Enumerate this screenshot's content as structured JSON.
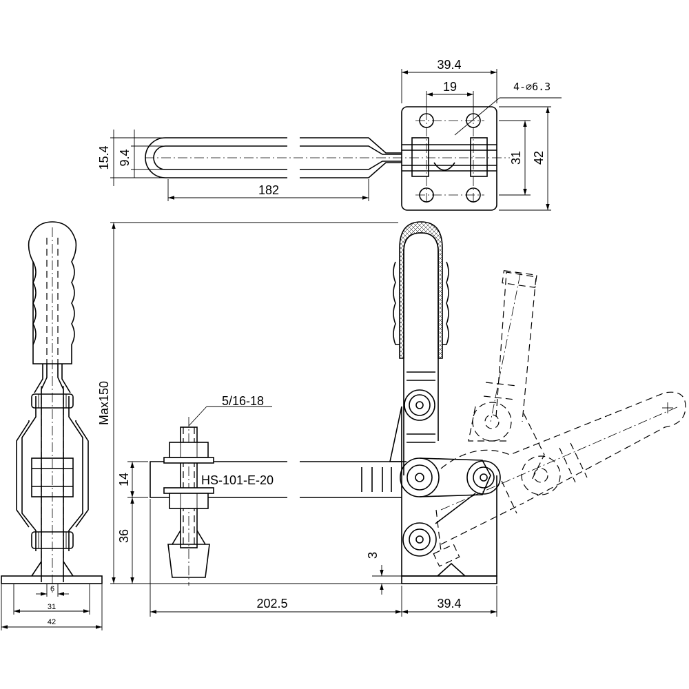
{
  "dimensions": {
    "top_width": "39.4",
    "hole_spacing": "19",
    "holes": "4-∅6.3",
    "base_inner_height": "31",
    "base_height": "42",
    "handle_outer": "15.4",
    "handle_inner": "9.4",
    "handle_length": "182",
    "max_height": "Max150",
    "spindle_thread": "5/16-18",
    "model": "HS-101-E-20",
    "arm_thickness": "14",
    "arm_height": "36",
    "gap": "3",
    "reach": "202.5",
    "base_width": "39.4",
    "side_center": "6",
    "side_inner": "31",
    "side_outer": "42"
  }
}
